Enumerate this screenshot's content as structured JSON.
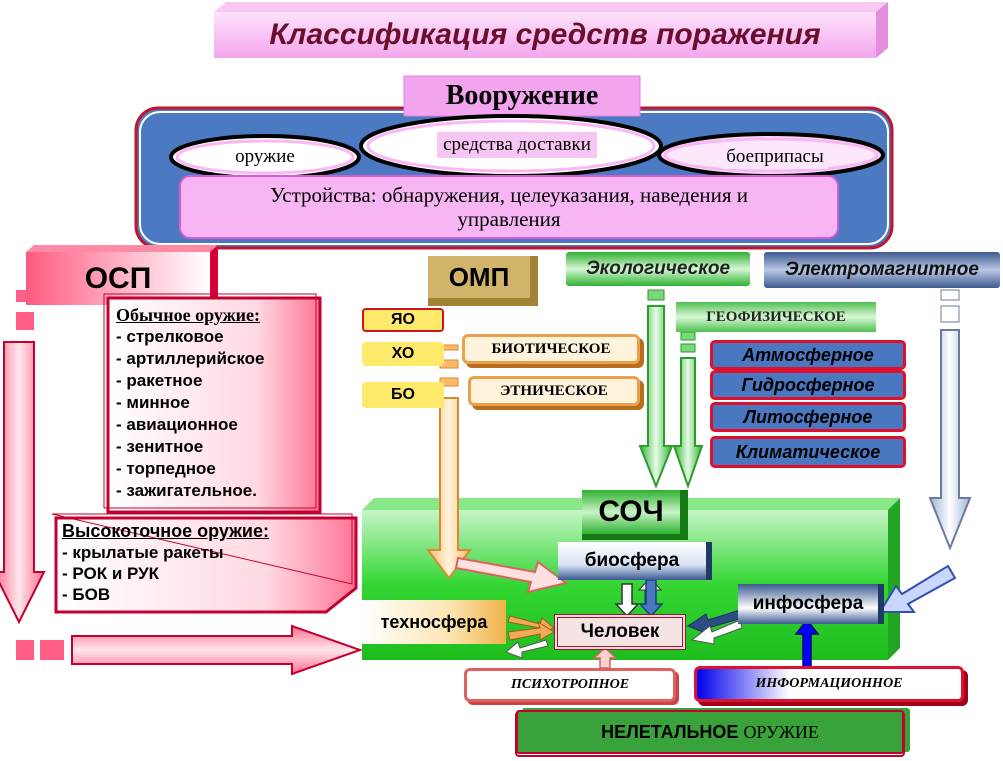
{
  "title": "Классификация средств поражения",
  "armament": {
    "header": "Вооружение",
    "weapon": "оружие",
    "delivery": "средства доставки",
    "ammo": "боеприпасы",
    "devices": "Устройства: обнаружения, целеуказания, наведения и управления"
  },
  "osp": {
    "label": "ОСП",
    "conventional_title": "Обычное оружие:",
    "conventional_items": [
      "- стрелковое",
      "- артиллерийское",
      "- ракетное",
      "- минное",
      "- авиационное",
      "- зенитное",
      "- торпедное",
      "- зажигательное."
    ],
    "precision_title": "Высокоточное оружие:",
    "precision_items": [
      "- крылатые ракеты",
      "- РОК и РУК",
      "- БОВ"
    ]
  },
  "omp": {
    "label": "ОМП",
    "yo": "ЯО",
    "xo": "ХО",
    "bo": "БО",
    "biotic": "БИОТИЧЕСКОЕ",
    "ethnic": "ЭТНИЧЕСКОЕ"
  },
  "ecological": "Экологическое",
  "electromagnetic": "Электромагнитное",
  "geophysical": {
    "label": "ГЕОФИЗИЧЕСКОЕ",
    "items": [
      "Атмосферное",
      "Гидросферное",
      "Литосферное",
      "Климатическое"
    ]
  },
  "soch": {
    "label": "СОЧ",
    "biosphere": "биосфера",
    "technosphere": "техносфера",
    "infosphere": "инфосфера",
    "human": "Человек"
  },
  "nonlethal": {
    "psychotropic": "ПСИХОТРОПНОЕ",
    "informational": "ИНФОРМАЦИОННОЕ",
    "label_part1": "НЕЛЕТАЛЬНОЕ",
    "label_part2": "ОРУЖИЕ"
  }
}
